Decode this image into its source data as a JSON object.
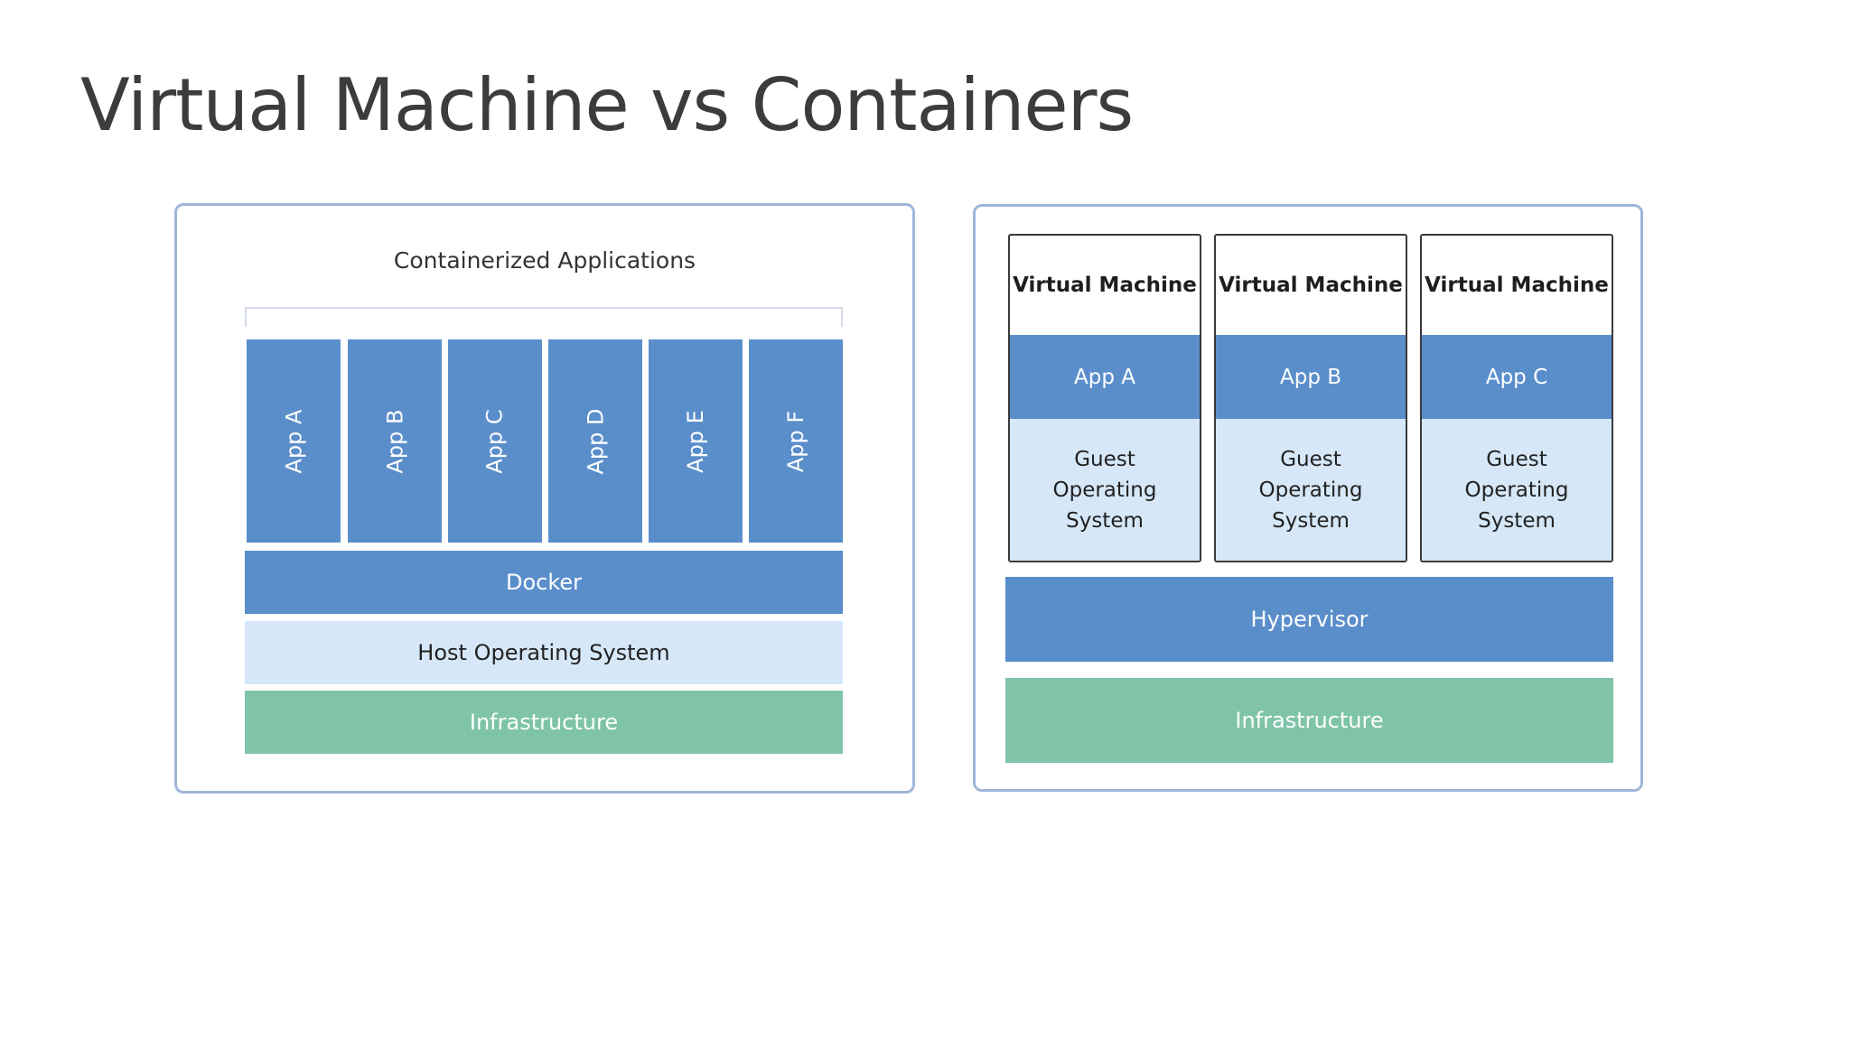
{
  "title": "Virtual Machine vs Containers",
  "containers": {
    "caption": "Containerized Applications",
    "apps": [
      "App A",
      "App B",
      "App C",
      "App D",
      "App E",
      "App F"
    ],
    "docker": "Docker",
    "host_os": "Host Operating System",
    "infrastructure": "Infrastructure"
  },
  "vms": {
    "machines": [
      {
        "title": "Virtual Machine",
        "app": "App A",
        "guest_os": "Guest\nOperating\nSystem"
      },
      {
        "title": "Virtual Machine",
        "app": "App B",
        "guest_os": "Guest\nOperating\nSystem"
      },
      {
        "title": "Virtual Machine",
        "app": "App C",
        "guest_os": "Guest\nOperating\nSystem"
      }
    ],
    "hypervisor": "Hypervisor",
    "infrastructure": "Infrastructure"
  },
  "colors": {
    "app_blue": "#5a8ecb",
    "host_os_light_blue": "#d6e7f7",
    "infrastructure_green": "#7fc4a8",
    "panel_border": "#9fb6d9"
  }
}
